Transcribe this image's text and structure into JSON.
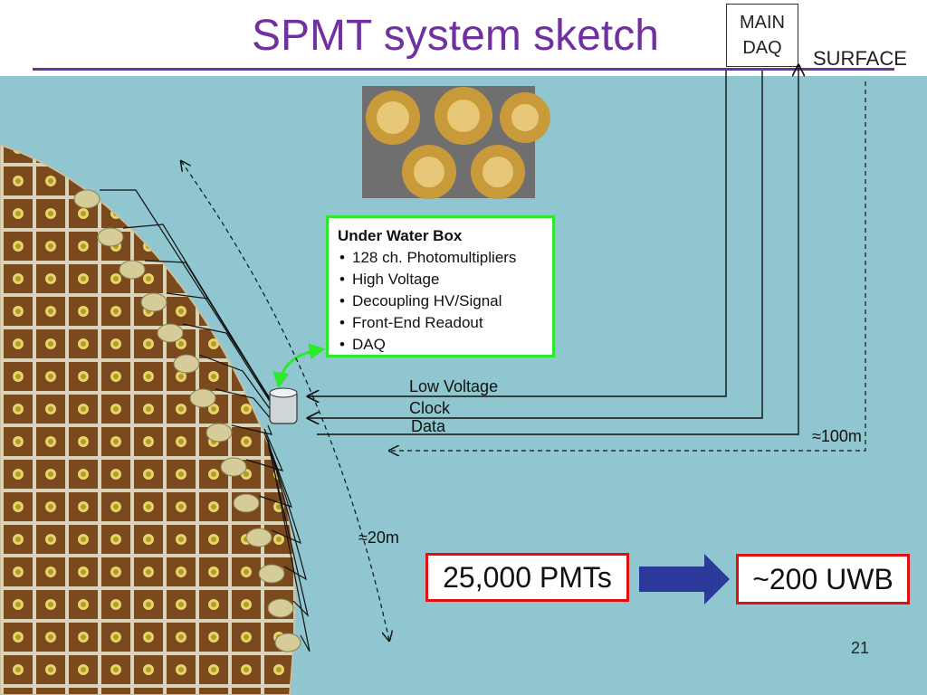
{
  "slide": {
    "title": "SPMT system sketch",
    "page_number": "21"
  },
  "top_right": {
    "main_daq_line1": "MAIN",
    "main_daq_line2": "DAQ",
    "surface_label": "SURFACE"
  },
  "under_water_box": {
    "heading": "Under Water Box",
    "items": [
      "128 ch. Photomultipliers",
      "High Voltage",
      "Decoupling HV/Signal",
      "Front-End Readout",
      "DAQ"
    ]
  },
  "cables": {
    "low_voltage": "Low Voltage",
    "clock": "Clock",
    "data": "Data"
  },
  "distances": {
    "to_surface": "≈100m",
    "arc": "≈20m"
  },
  "summary": {
    "pmts": "25,000 PMTs",
    "uwb": "~200 UWB"
  },
  "colors": {
    "title": "#7030a0",
    "water": "#8fc6cf",
    "box_border": "#2ee82e",
    "count_border": "#e01010",
    "arrow": "#2b3a9a"
  }
}
